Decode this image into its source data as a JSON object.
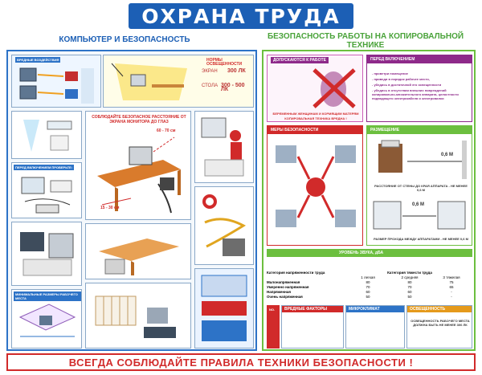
{
  "title": "ОХРАНА ТРУДА",
  "left_section": {
    "heading": "КОМПЬЮТЕР И БЕЗОПАСНОСТЬ",
    "harmful_factors_label": "ВРЕДНЫЕ ВОЗДЕЙСТВИЯ",
    "distance_heading": "СОБЛЮДАЙТЕ БЕЗОПАСНОЕ РАССТОЯНИЕ ОТ ЭКРАНА МОНИТОРА ДО ГЛАЗ",
    "distance_value": "60 - 70 см",
    "knee_value": "15 - 30 см",
    "lighting": {
      "label": "НОРМЫ ОСВЕЩЕННОСТИ",
      "screen_label": "ЭКРАН",
      "screen_value": "300 ЛК",
      "desk_label": "СТОЛА",
      "desk_value": "300 - 500 ЛК"
    },
    "before_label": "ПЕРЕД ВКЛЮЧЕНИЕМ ПРОВЕРЬТЕ:",
    "min_sizes_label": "МИНИМАЛЬНЫЕ РАЗМЕРЫ РАБОЧЕГО МЕСТА"
  },
  "right_section": {
    "heading": "БЕЗОПАСНОСТЬ РАБОТЫ НА КОПИРОВАЛЬНОЙ ТЕХНИКЕ",
    "admission_label": "ДОПУСКАЮТСЯ К РАБОТЕ",
    "before_label": "ПЕРЕД ВКЛЮЧЕНИЕМ",
    "pregnant_warning": "БЕРЕМЕННЫМ ЖЕНЩИНАМ И КОРМЯЩИМ МАТЕРЯМ КОПИРОВАЛЬНАЯ ТЕХНИКА ВРЕДНА !",
    "checklist": [
      "- проветри помещение",
      "- приведи в порядок рабочее место,",
      "- убедись в достаточной его освещенности",
      "- убедись в отсутствии внешних повреждений копировально-множительного аппарата, целостности подводящего электрокабеля и электровилки"
    ],
    "safety_label": "МЕРЫ БЕЗОПАСНОСТИ",
    "placement_label": "РАЗМЕЩЕНИЕ",
    "wall_distance_value": "0,6 М",
    "wall_distance_text": "РАССТОЯНИЕ ОТ СТЕНЫ ДО КРАЯ АППАРАТА - НЕ МЕНЕЕ 0,6 М",
    "passage_value": "0,6 М",
    "passage_text": "РАЗМЕР ПРОХОДА МЕЖДУ АППАРАТАМИ - НЕ МЕНЕЕ 0,6 М",
    "noise_label": "УРОВЕНЬ ЗВУКА, дБА",
    "table": {
      "col0": "Категория напряженности труда",
      "col_group": "Категория тяжести труда",
      "cols": [
        "1 легкая",
        "2 средняя",
        "3 тяжелая"
      ],
      "rows": [
        {
          "name": "Малонапряженная",
          "values": [
            "80",
            "80",
            "75"
          ]
        },
        {
          "name": "Умеренно напряженная",
          "values": [
            "70",
            "70",
            "65"
          ]
        },
        {
          "name": "Напряженная",
          "values": [
            "60",
            "60",
            "-"
          ]
        },
        {
          "name": "Очень напряженная",
          "values": [
            "50",
            "50",
            "-"
          ]
        }
      ]
    },
    "harmful_factors_label": "ВРЕДНЫЕ ФАКТОРЫ",
    "microclimate_label": "МИКРОКЛИМАТ",
    "lighting_label": "ОСВЕЩЕННОСТЬ",
    "lighting_text": "ОСВЕЩЕННОСТЬ РАБОЧЕГО МЕСТА ДОЛЖНА БЫТЬ НЕ МЕНЕЕ 300 ЛК",
    "no_label": "NO."
  },
  "banner": "ВСЕГДА СОБЛЮДАЙТЕ ПРАВИЛА ТЕХНИКИ БЕЗОПАСНОСТИ !",
  "colors": {
    "blue": "#1c5fb5",
    "green": "#6cbf3f",
    "red": "#d12a2a",
    "purple": "#8e2a8a"
  }
}
